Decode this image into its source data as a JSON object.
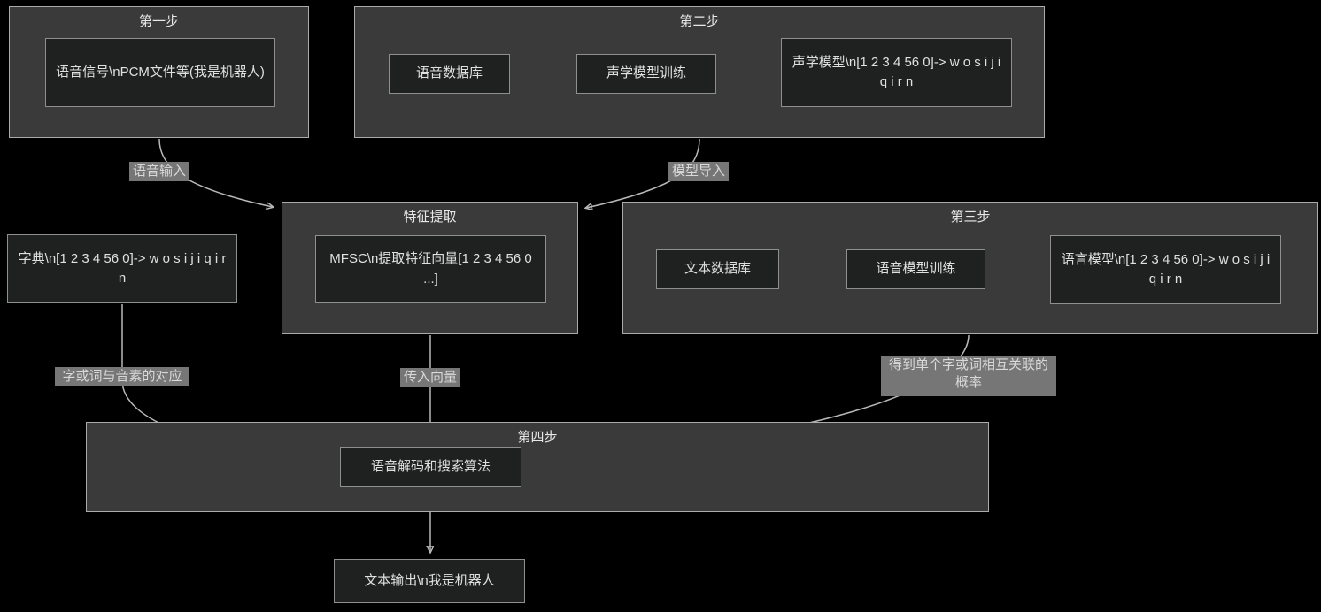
{
  "colors": {
    "background": "#000000",
    "cluster_fill": "#3a3a3a",
    "cluster_border": "#ababab",
    "node_fill": "#1f2020",
    "node_border": "#8f8f8f",
    "text": "#e0e0e0",
    "edge": "#b8b8b8",
    "edge_label_bg": "#767676",
    "edge_label_text": "#d9d9d9"
  },
  "clusters": {
    "step1": {
      "title": "第一步"
    },
    "step2": {
      "title": "第二步"
    },
    "feature": {
      "title": "特征提取"
    },
    "step3": {
      "title": "第三步"
    },
    "step4": {
      "title": "第四步"
    }
  },
  "nodes": {
    "speech_signal": "语音信号\\nPCM文件等(我是机器人)",
    "voice_db": "语音数据库",
    "acoustic_train": "声学模型训练",
    "acoustic_model": "声学模型\\n[1 2 3 4 56 0]-> w o s i j i q i r n",
    "mfsc": "MFSC\\n提取特征向量[1 2 3 4 56 0 ...]",
    "text_db": "文本数据库",
    "lang_train": "语音模型训练",
    "lang_model": "语言模型\\n[1 2 3 4 56 0]-> w o s i j i q i r n",
    "dict": "字典\\n[1 2 3 4 56 0]-> w o s i j i q i r n",
    "decoder": "语音解码和搜索算法",
    "output": "文本输出\\n我是机器人"
  },
  "edge_labels": {
    "voice_input": "语音输入",
    "model_import": "模型导入",
    "dict_mapping": "字或词与音素的对应",
    "pass_vector": "传入向量",
    "probability": "得到单个字或词相互关联的概率"
  }
}
